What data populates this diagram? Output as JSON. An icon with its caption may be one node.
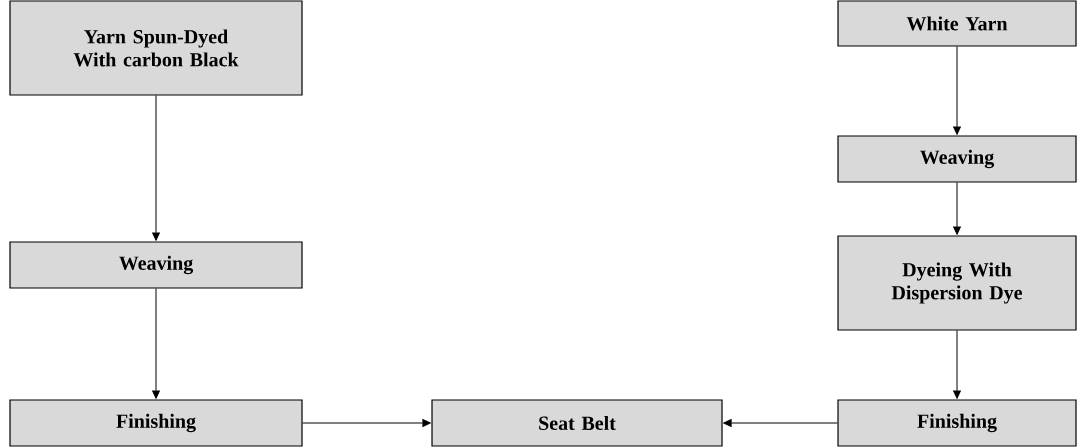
{
  "diagram": {
    "nodes": [
      {
        "text": [
          "Yarn Spun-Dyed With carbon Black"
        ]
      },
      {
        "text": [
          "Weaving"
        ]
      },
      {
        "text": [
          "Finishing"
        ]
      },
      {
        "text": [
          "Seat Belt"
        ]
      },
      {
        "text": [
          "White Yarn"
        ]
      },
      {
        "text": [
          "Weaving"
        ]
      },
      {
        "text": [
          "Dyeing With Dispersion Dye"
        ]
      },
      {
        "text": [
          "Finishing"
        ]
      }
    ],
    "edges": [
      {
        "from": 0,
        "to": 1,
        "arrow": "to"
      },
      {
        "from": 1,
        "to": 2,
        "arrow": "to"
      },
      {
        "from": 2,
        "to": 3,
        "arrow": "to"
      },
      {
        "from": 4,
        "to": 5,
        "arrow": "to"
      },
      {
        "from": 5,
        "to": 6,
        "arrow": "to"
      },
      {
        "from": 6,
        "to": 7,
        "arrow": "to"
      },
      {
        "from": 7,
        "to": 3,
        "arrow": "to"
      }
    ]
  }
}
